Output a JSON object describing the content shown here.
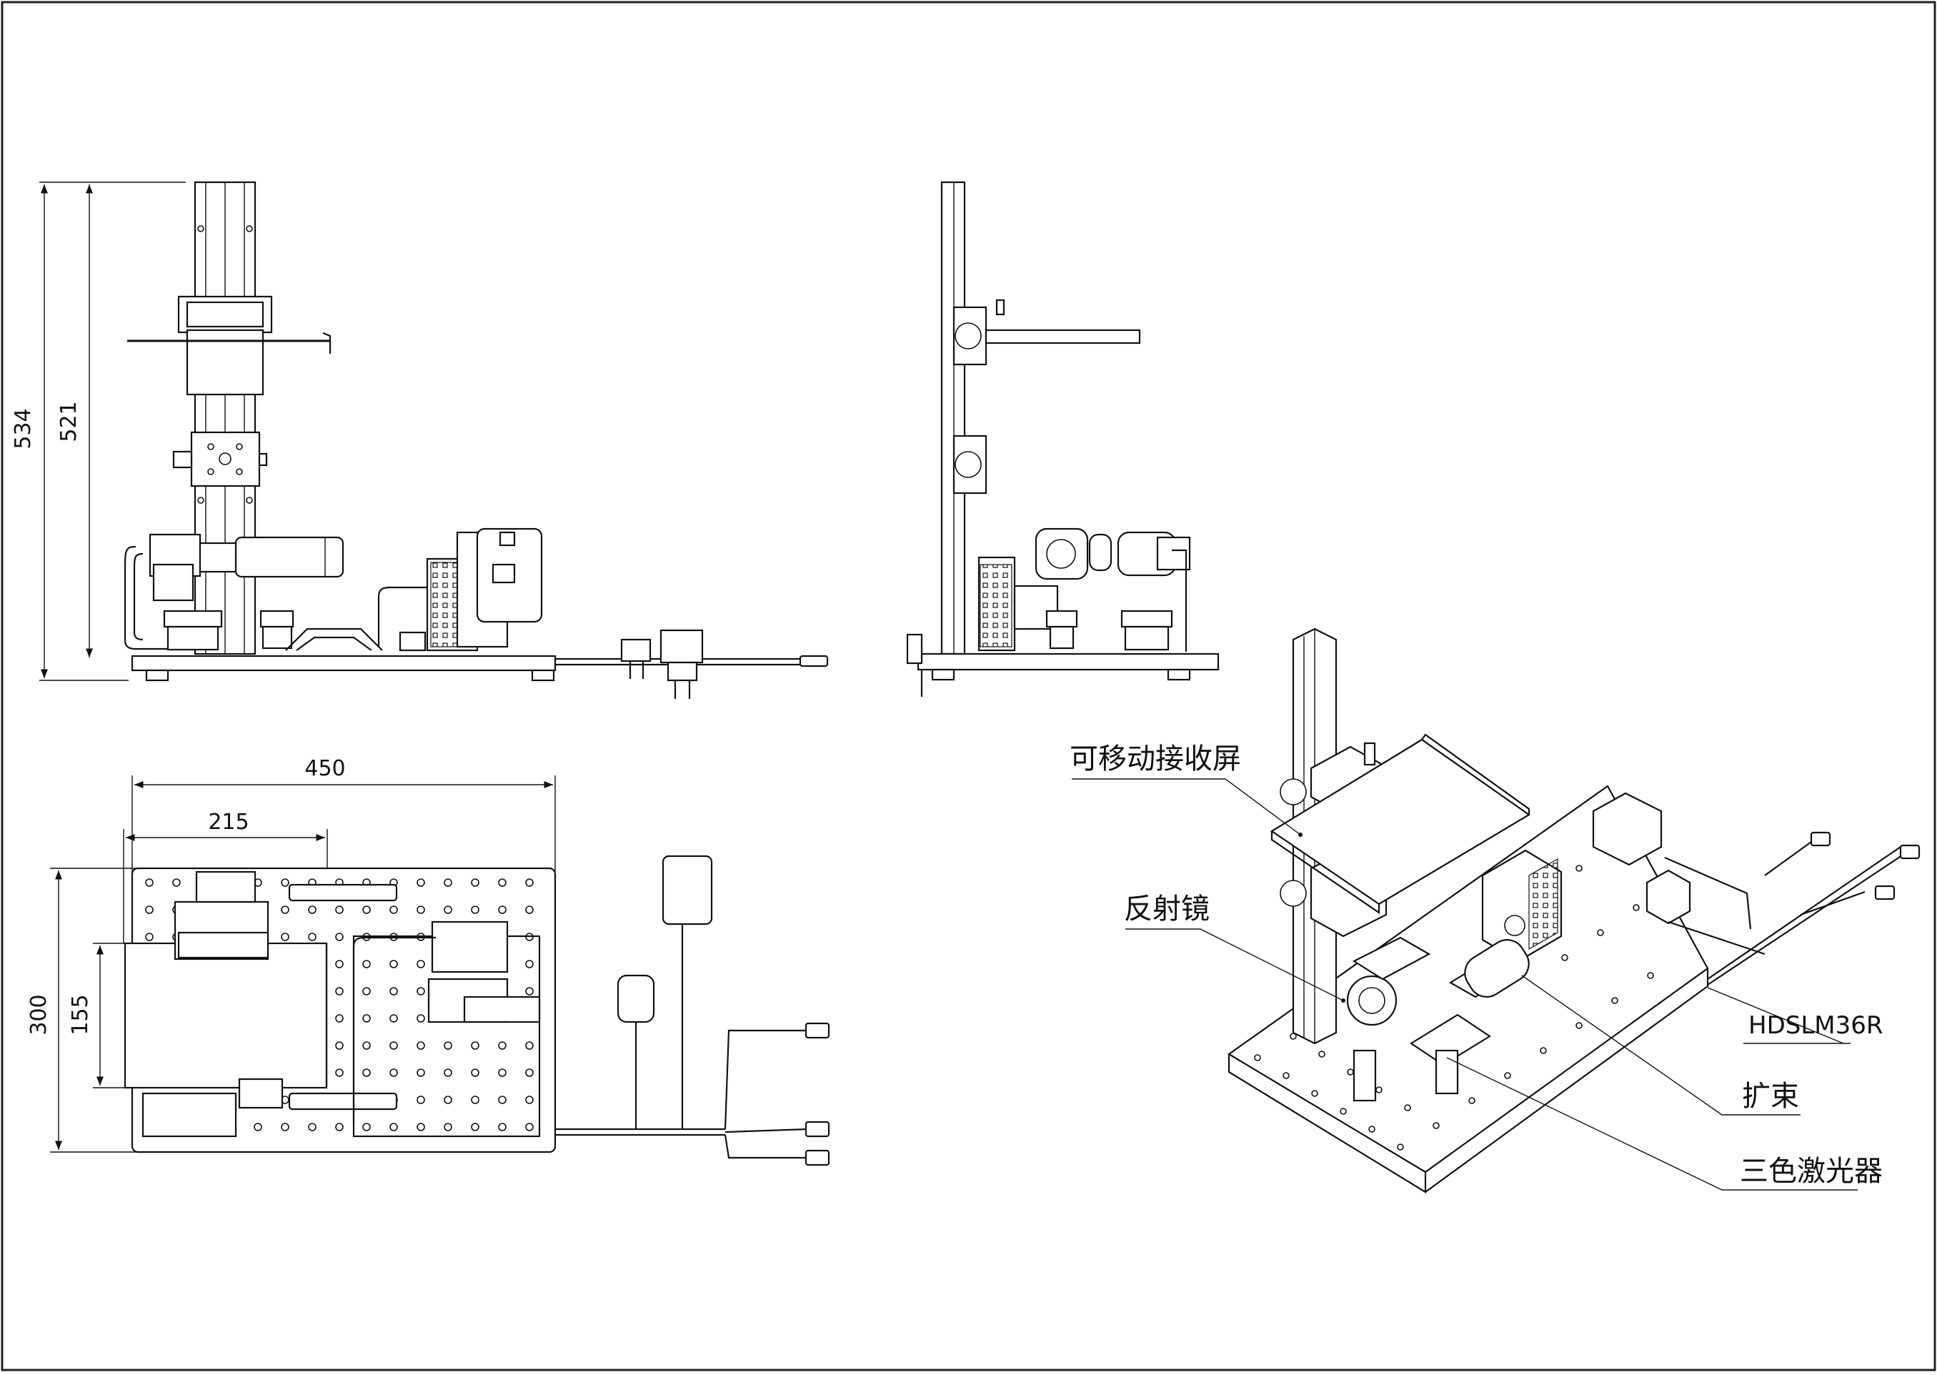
{
  "dimensions": {
    "overall_height": "534",
    "column_height": "521",
    "base_width": "450",
    "screen_width": "215",
    "base_depth": "300",
    "screen_depth": "155"
  },
  "labels": {
    "movable_screen": "可移动接收屏",
    "mirror": "反射镜",
    "slm_model": "HDSLM36R",
    "beam_expander": "扩束",
    "tricolor_laser": "三色激光器"
  }
}
